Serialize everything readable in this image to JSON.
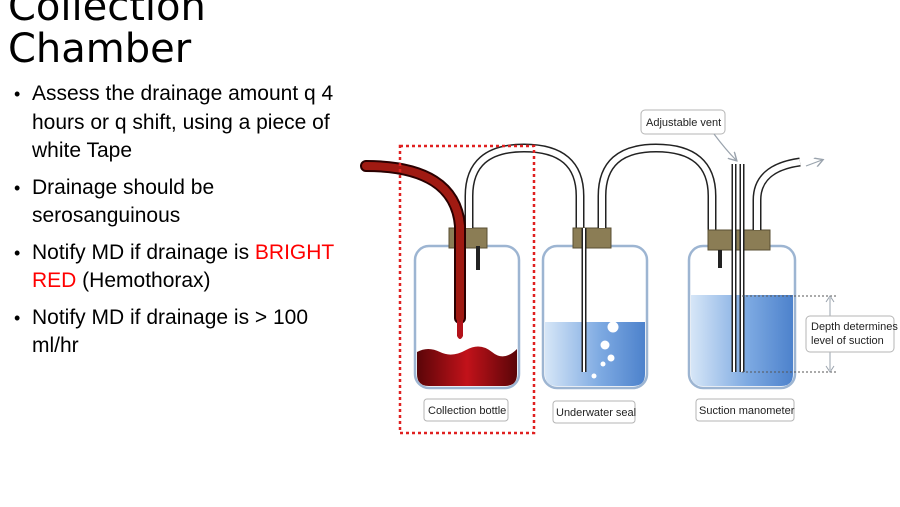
{
  "title": {
    "line1": "Collection",
    "line2": "Chamber"
  },
  "bullets": [
    {
      "text": "Assess the drainage amount q 4 hours or q shift, using a piece of white Tape"
    },
    {
      "text": "Drainage should be serosanguinous"
    },
    {
      "text_before": "Notify MD if drainage is ",
      "text_red": "BRIGHT RED",
      "text_after": " (Hemothorax)"
    },
    {
      "text": "Notify MD if drainage is > 100 ml/hr"
    }
  ],
  "diagram": {
    "labels": {
      "adjustable_vent": "Adjustable vent",
      "depth": "Depth determines level of suction",
      "depth_line1": "Depth determines",
      "depth_line2": "level of suction",
      "collection": "Collection bottle",
      "underwater": "Underwater seal",
      "suction": "Suction manometer"
    },
    "colors": {
      "blood": "#8b0d12",
      "water": "#5b8fd4",
      "highlight_box": "#e02020"
    }
  }
}
